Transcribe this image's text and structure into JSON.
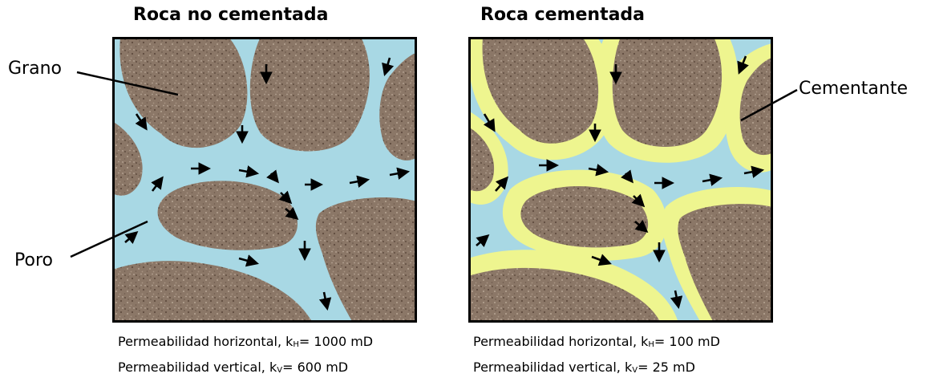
{
  "left": {
    "title": "Roca no cementada",
    "caption_h_prefix": "Permeabilidad horizontal, k",
    "caption_h_sub": "H",
    "caption_h_value": "= 1000 mD",
    "caption_v_prefix": "Permeabilidad vertical, k",
    "caption_v_sub": "V",
    "caption_v_value": "= 600 mD"
  },
  "right": {
    "title": "Roca cementada",
    "caption_h_prefix": "Permeabilidad horizontal, k",
    "caption_h_sub": "H",
    "caption_h_value": "= 100 mD",
    "caption_v_prefix": "Permeabilidad vertical, k",
    "caption_v_sub": "V",
    "caption_v_value": "= 25 mD"
  },
  "labels": {
    "grain": "Grano",
    "pore": "Poro",
    "cement": "Cementante"
  },
  "colors": {
    "grain": "#8b7767",
    "pore": "#a8d8e4",
    "cement": "#eef58f",
    "arrow": "#000000",
    "border": "#000000"
  }
}
